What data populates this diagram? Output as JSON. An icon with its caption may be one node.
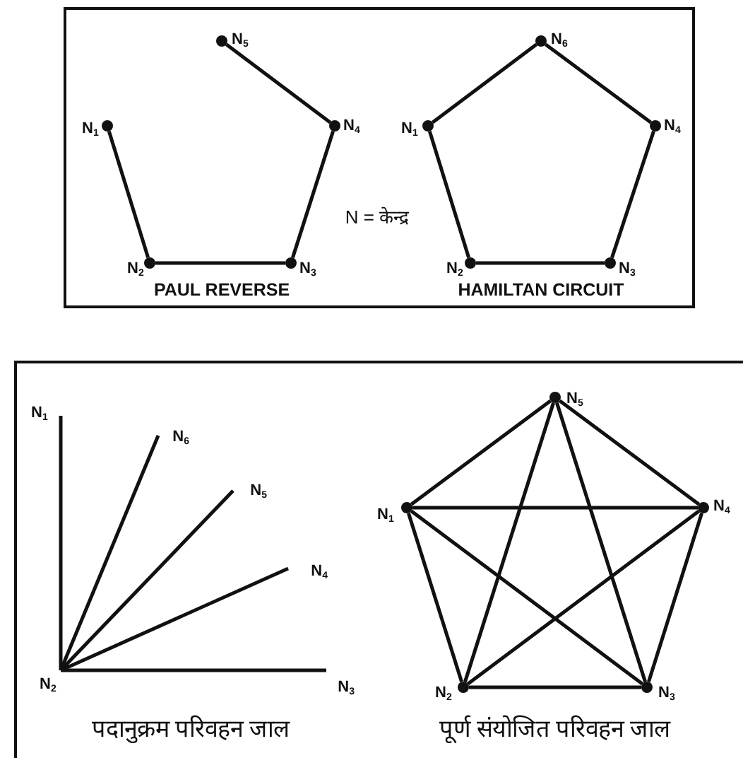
{
  "diagram": {
    "nodes": [
      {
        "text": [],
        "shape": "circle",
        "beside": [
          "N$_{5}$"
        ]
      },
      {
        "text": [],
        "shape": "circle",
        "beside": [
          "N$_{1}$"
        ]
      },
      {
        "text": [],
        "shape": "circle",
        "beside": [
          "N$_{4}$"
        ]
      },
      {
        "text": [],
        "shape": "circle",
        "beside": [
          "N$_{2}$"
        ]
      },
      {
        "text": [],
        "shape": "circle",
        "beside": [
          "N$_{3}$"
        ]
      },
      {
        "text": [],
        "shape": "circle",
        "beside": [
          "N$_{6}$"
        ]
      },
      {
        "text": [],
        "shape": "circle",
        "beside": [
          "N$_{1}$"
        ]
      },
      {
        "text": [],
        "shape": "circle",
        "beside": [
          "N$_{4}$"
        ]
      },
      {
        "text": [],
        "shape": "circle",
        "beside": [
          "N$_{2}$"
        ]
      },
      {
        "text": [],
        "shape": "circle",
        "beside": [
          "N$_{3}$"
        ]
      },
      {
        "text": [
          "N$_{1}$"
        ]
      },
      {
        "text": [
          "N$_{6}$"
        ]
      },
      {
        "text": [
          "N$_{5}$"
        ]
      },
      {
        "text": [
          "N$_{4}$"
        ]
      },
      {
        "text": [
          "N$_{2}$"
        ]
      },
      {
        "text": [
          "N$_{3}$"
        ]
      },
      {
        "text": [],
        "shape": "circle",
        "beside": [
          "N$_{5}$"
        ]
      },
      {
        "text": [],
        "shape": "circle",
        "beside": [
          "N$_{1}$"
        ]
      },
      {
        "text": [],
        "shape": "circle",
        "beside": [
          "N$_{4}$"
        ]
      },
      {
        "text": [],
        "shape": "circle",
        "beside": [
          "N$_{2}$"
        ]
      },
      {
        "text": [],
        "shape": "circle",
        "beside": [
          "N$_{3}$"
        ]
      }
    ],
    "edges": [
      {
        "from": 0,
        "to": 2,
        "arrow": "none"
      },
      {
        "from": 2,
        "to": 4,
        "arrow": "none"
      },
      {
        "from": 4,
        "to": 3,
        "arrow": "none"
      },
      {
        "from": 3,
        "to": 1,
        "arrow": "none"
      },
      {
        "from": 5,
        "to": 7,
        "arrow": "none"
      },
      {
        "from": 7,
        "to": 9,
        "arrow": "none"
      },
      {
        "from": 9,
        "to": 8,
        "arrow": "none"
      },
      {
        "from": 8,
        "to": 6,
        "arrow": "none"
      },
      {
        "from": 6,
        "to": 5,
        "arrow": "none"
      },
      {
        "from": 14,
        "to": 10,
        "arrow": "none"
      },
      {
        "from": 14,
        "to": 11,
        "arrow": "none"
      },
      {
        "from": 14,
        "to": 12,
        "arrow": "none"
      },
      {
        "from": 14,
        "to": 13,
        "arrow": "none"
      },
      {
        "from": 14,
        "to": 15,
        "arrow": "none"
      },
      {
        "from": 16,
        "to": 17,
        "arrow": "none"
      },
      {
        "from": 16,
        "to": 18,
        "arrow": "none"
      },
      {
        "from": 16,
        "to": 19,
        "arrow": "none"
      },
      {
        "from": 16,
        "to": 20,
        "arrow": "none"
      },
      {
        "from": 17,
        "to": 18,
        "arrow": "none"
      },
      {
        "from": 17,
        "to": 19,
        "arrow": "none"
      },
      {
        "from": 17,
        "to": 20,
        "arrow": "none"
      },
      {
        "from": 18,
        "to": 19,
        "arrow": "none"
      },
      {
        "from": 18,
        "to": 20,
        "arrow": "none"
      },
      {
        "from": 19,
        "to": 20,
        "arrow": "none"
      }
    ],
    "labels": [
      "N = केन्द्र",
      "PAUL REVERSE",
      "HAMILTAN CIRCUIT",
      "पदानुक्रम परिवहन जाल",
      "पूर्ण संयोजित परिवहन जाल"
    ]
  }
}
